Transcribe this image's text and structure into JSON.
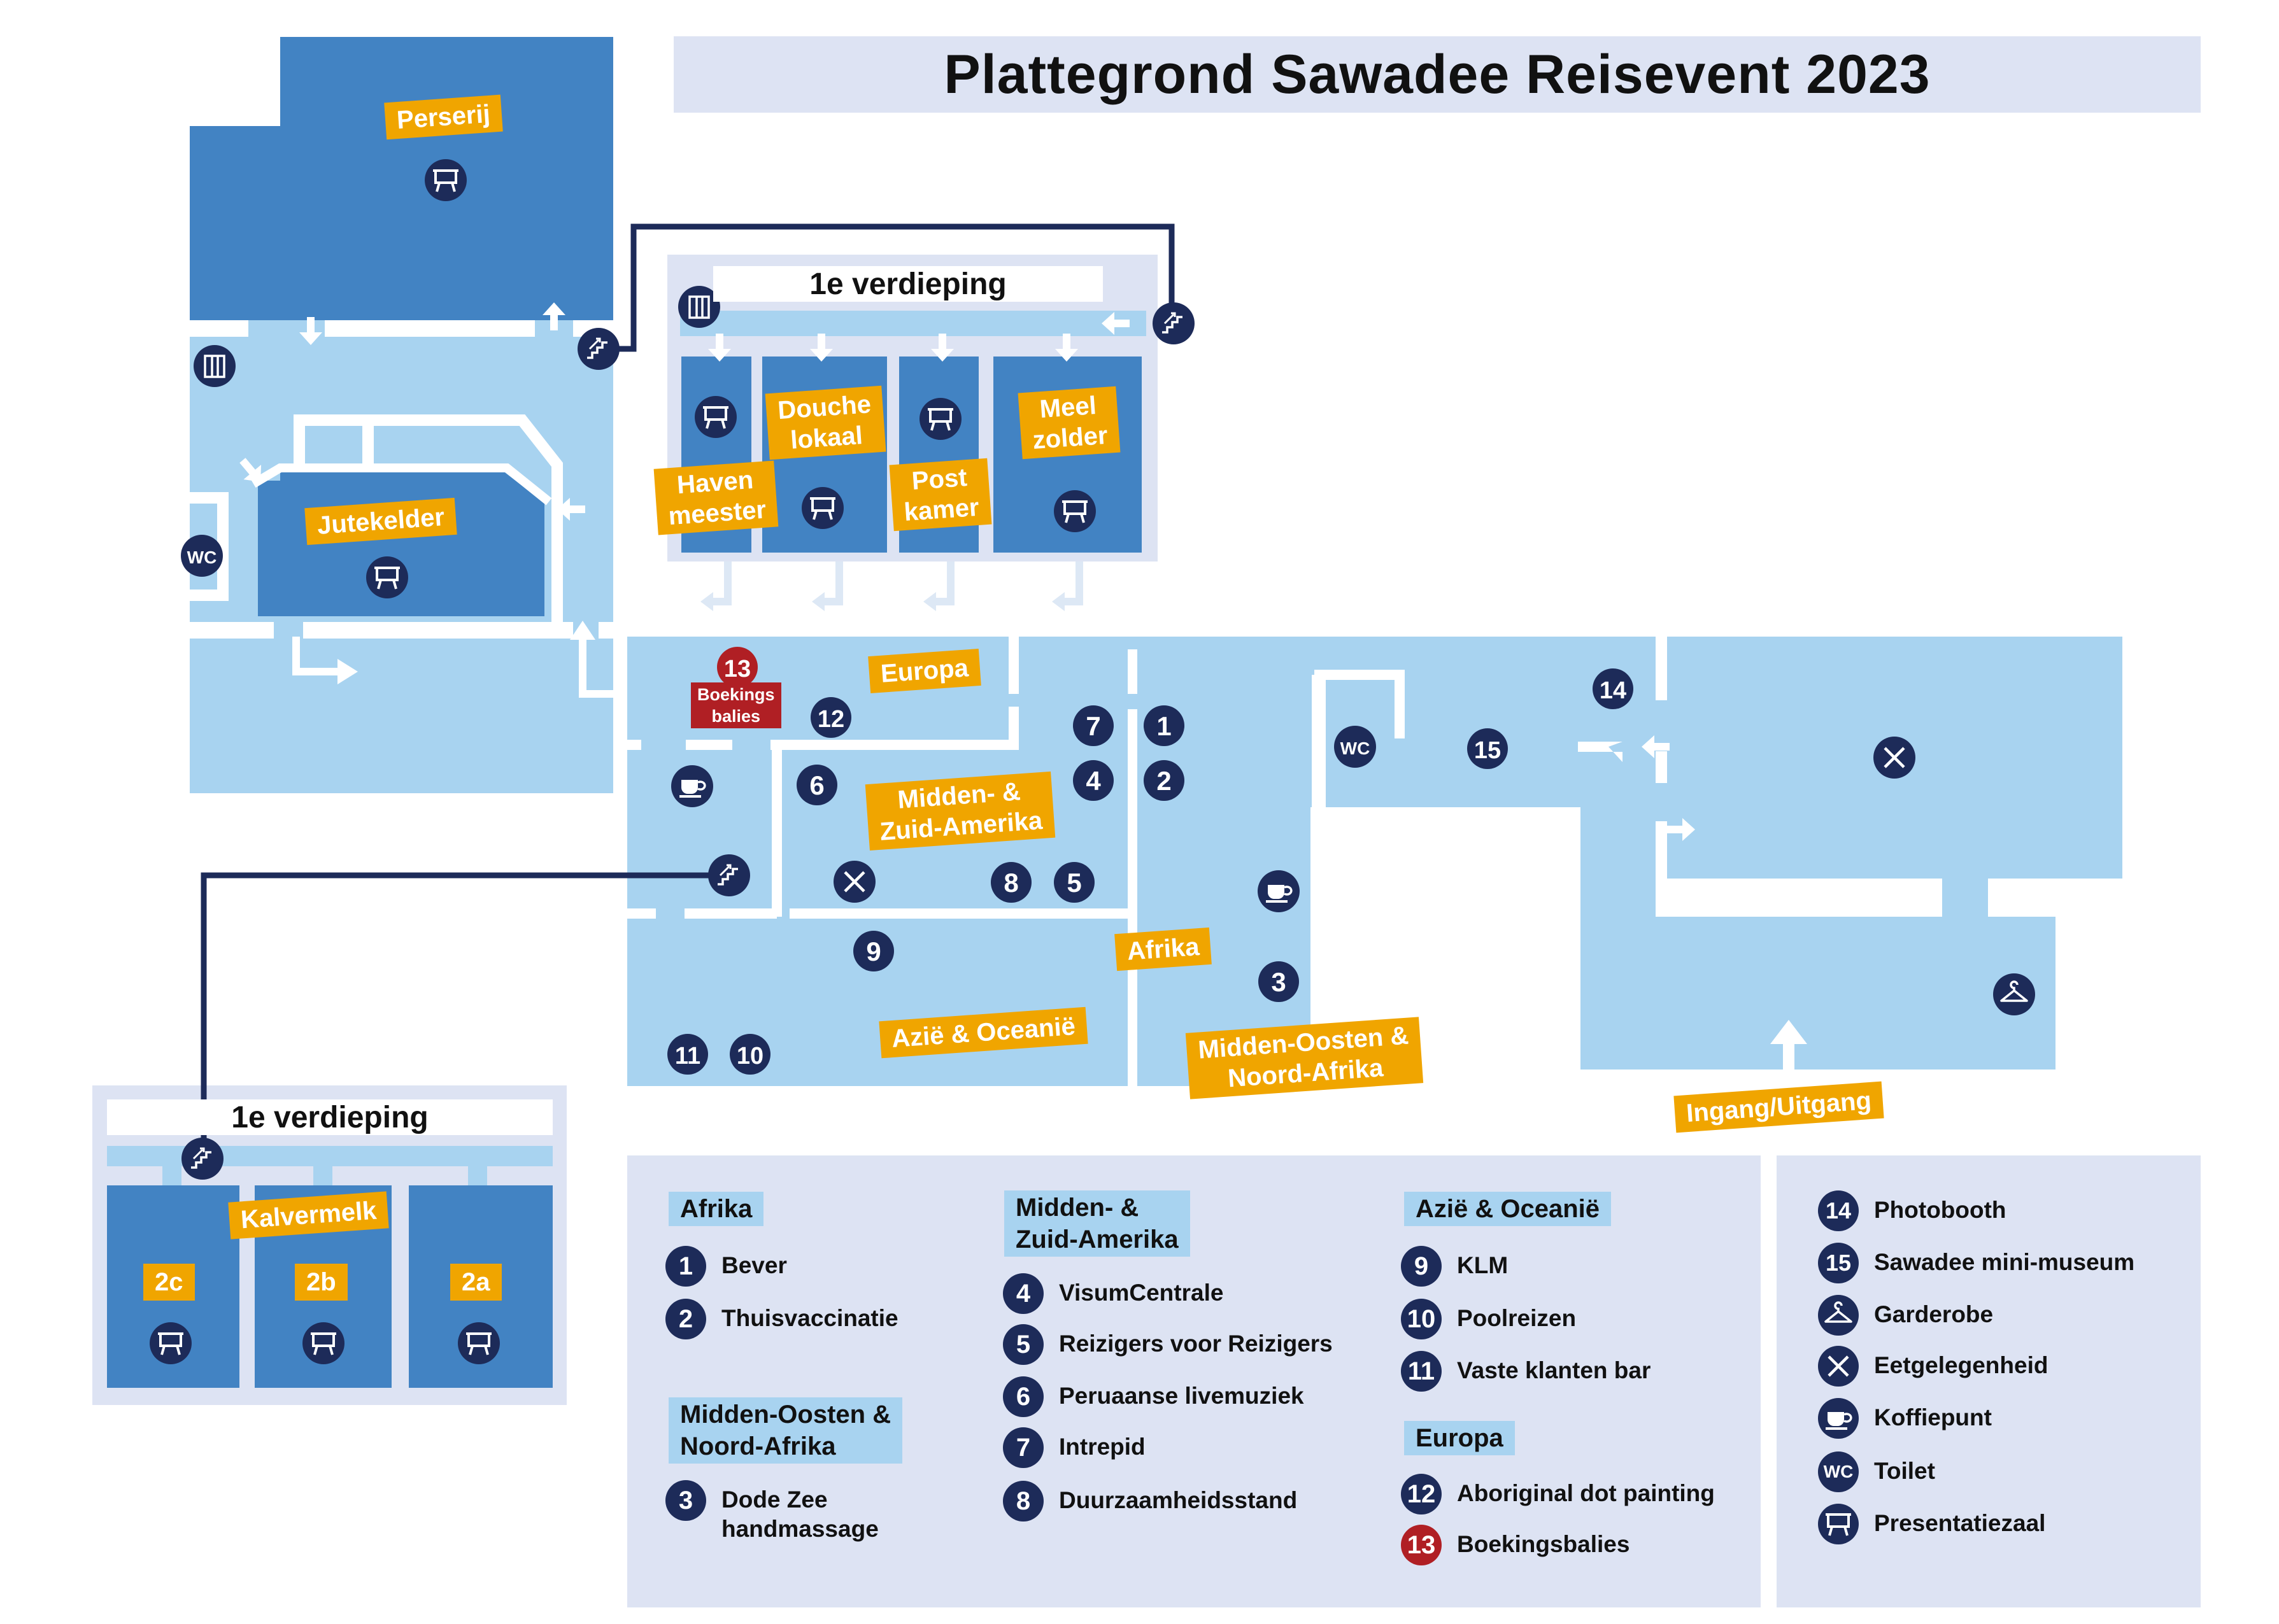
{
  "title": "Plattegrond Sawadee Reisevent 2023",
  "colors": {
    "room_dark": "#4283c3",
    "room_light": "#a8d3f0",
    "legend_bg": "#dde3f3",
    "tag": "#f0a500",
    "badge": "#1d2b59",
    "badge_red": "#b01f24",
    "route": "#1d2b59"
  },
  "rooms": {
    "perserij": "Perserij",
    "jutekelder": "Jutekelder",
    "havenmeester": [
      "Haven",
      "meester"
    ],
    "douchelokaal": [
      "Douche",
      "lokaal"
    ],
    "postkamer": [
      "Post",
      "kamer"
    ],
    "meelzolder": [
      "Meel",
      "zolder"
    ],
    "kalvermelk": "Kalvermelk",
    "room_2c": "2c",
    "room_2b": "2b",
    "room_2a": "2a"
  },
  "floors": {
    "upper_label": "1e verdieping",
    "lower_label": "1e verdieping"
  },
  "zones": {
    "europa": "Europa",
    "midden_zuid_amerika": [
      "Midden- &",
      "Zuid-Amerika"
    ],
    "afrika": "Afrika",
    "azie_oceanie": "Azië & Oceanië",
    "midden_oosten": [
      "Midden-Oosten &",
      "Noord-Afrika"
    ],
    "ingang": "Ingang/Uitgang",
    "boekings": [
      "Boekings",
      "balies"
    ]
  },
  "map_markers": [
    "1",
    "2",
    "3",
    "4",
    "5",
    "6",
    "7",
    "8",
    "9",
    "10",
    "11",
    "12",
    "13",
    "14",
    "15"
  ],
  "icons": {
    "presentation": "presentation-icon",
    "toilet": "wc-icon",
    "toilet_text": "WC",
    "coffee": "coffee-icon",
    "dining": "cutlery-icon",
    "wardrobe": "hanger-icon",
    "stairs": "stairs-icon",
    "door": "door-icon"
  },
  "legend": {
    "afrika": {
      "heading": "Afrika",
      "items": [
        {
          "num": "1",
          "label": "Bever"
        },
        {
          "num": "2",
          "label": "Thuisvaccinatie"
        }
      ]
    },
    "midden_oosten": {
      "heading": [
        "Midden-Oosten &",
        "Noord-Afrika"
      ],
      "items": [
        {
          "num": "3",
          "label": [
            "Dode Zee",
            "handmassage"
          ]
        }
      ]
    },
    "amerika": {
      "heading": [
        "Midden- &",
        "Zuid-Amerika"
      ],
      "items": [
        {
          "num": "4",
          "label": "VisumCentrale"
        },
        {
          "num": "5",
          "label": "Reizigers voor Reizigers"
        },
        {
          "num": "6",
          "label": "Peruaanse livemuziek"
        },
        {
          "num": "7",
          "label": "Intrepid"
        },
        {
          "num": "8",
          "label": "Duurzaamheidsstand"
        }
      ]
    },
    "azie": {
      "heading": "Azië & Oceanië",
      "items": [
        {
          "num": "9",
          "label": "KLM"
        },
        {
          "num": "10",
          "label": "Poolreizen"
        },
        {
          "num": "11",
          "label": "Vaste klanten bar"
        }
      ]
    },
    "europa": {
      "heading": "Europa",
      "items": [
        {
          "num": "12",
          "label": "Aboriginal dot painting"
        },
        {
          "num": "13",
          "label": "Boekingsbalies"
        }
      ]
    },
    "facilities": [
      {
        "badge": "14",
        "label": "Photobooth"
      },
      {
        "badge": "15",
        "label": "Sawadee mini-museum"
      },
      {
        "icon": "hanger-icon",
        "label": "Garderobe"
      },
      {
        "icon": "cutlery-icon",
        "label": "Eetgelegenheid"
      },
      {
        "icon": "coffee-icon",
        "label": "Koffiepunt"
      },
      {
        "icon": "wc-icon",
        "label": "Toilet"
      },
      {
        "icon": "presentation-icon",
        "label": "Presentatiezaal"
      }
    ]
  }
}
